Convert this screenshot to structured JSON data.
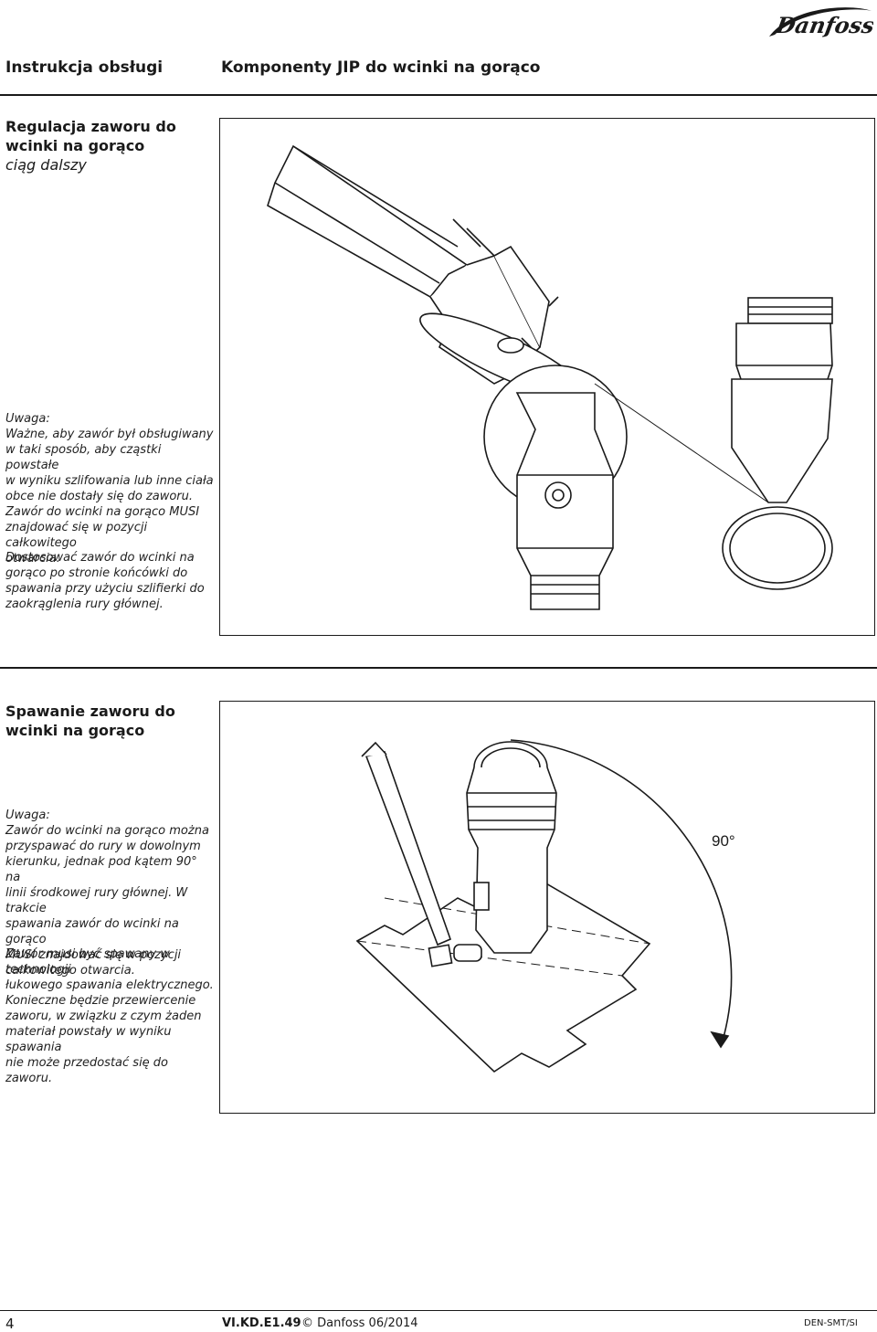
{
  "header": {
    "logo_text": "Danfoss",
    "left_title": "Instrukcja obsługi",
    "right_title": "Komponenty JIP do wcinki na gorąco"
  },
  "section1": {
    "title_line1": "Regulacja zaworu do",
    "title_line2": "wcinki na gorąco",
    "subtitle": "ciąg dalszy",
    "note_lines": [
      "Uwaga:",
      "Ważne, aby zawór był obsługiwany",
      "w taki sposób, aby cząstki powstałe",
      "w wyniku szlifowania lub inne ciała",
      "obce nie dostały się do zaworu.",
      "Zawór do wcinki na gorąco MUSI",
      "znajdować się w pozycji całkowitego",
      "otwarcia."
    ],
    "instruction_lines": [
      "Dostosować zawór do wcinki na",
      "gorąco po stronie końcówki do",
      "spawania przy użyciu szlifierki do",
      "zaokrąglenia rury głównej."
    ]
  },
  "section2": {
    "title_line1": "Spawanie zaworu do",
    "title_line2": "wcinki na gorąco",
    "note_lines": [
      "Uwaga:",
      "Zawór do wcinki na gorąco można",
      "przyspawać do rury w dowolnym",
      "kierunku, jednak pod kątem 90° na",
      "linii środkowej rury głównej. W trakcie",
      "spawania zawór do wcinki na gorąco",
      "MUSI znajdować się w pozycji",
      "całkowitego otwarcia."
    ],
    "instruction_lines": [
      "Zawór musi być spawany w technologii",
      "łukowego spawania elektrycznego.",
      "Konieczne będzie przewiercenie",
      "zaworu, w związku z czym żaden",
      "materiał powstały w wyniku spawania",
      "nie może przedostać się do zaworu."
    ],
    "angle_label": "90°"
  },
  "footer": {
    "page_number": "4",
    "doc_code": "VI.KD.E1.49",
    "copyright": "© Danfoss 06/2014",
    "dept_code": "DEN-SMT/SI"
  }
}
